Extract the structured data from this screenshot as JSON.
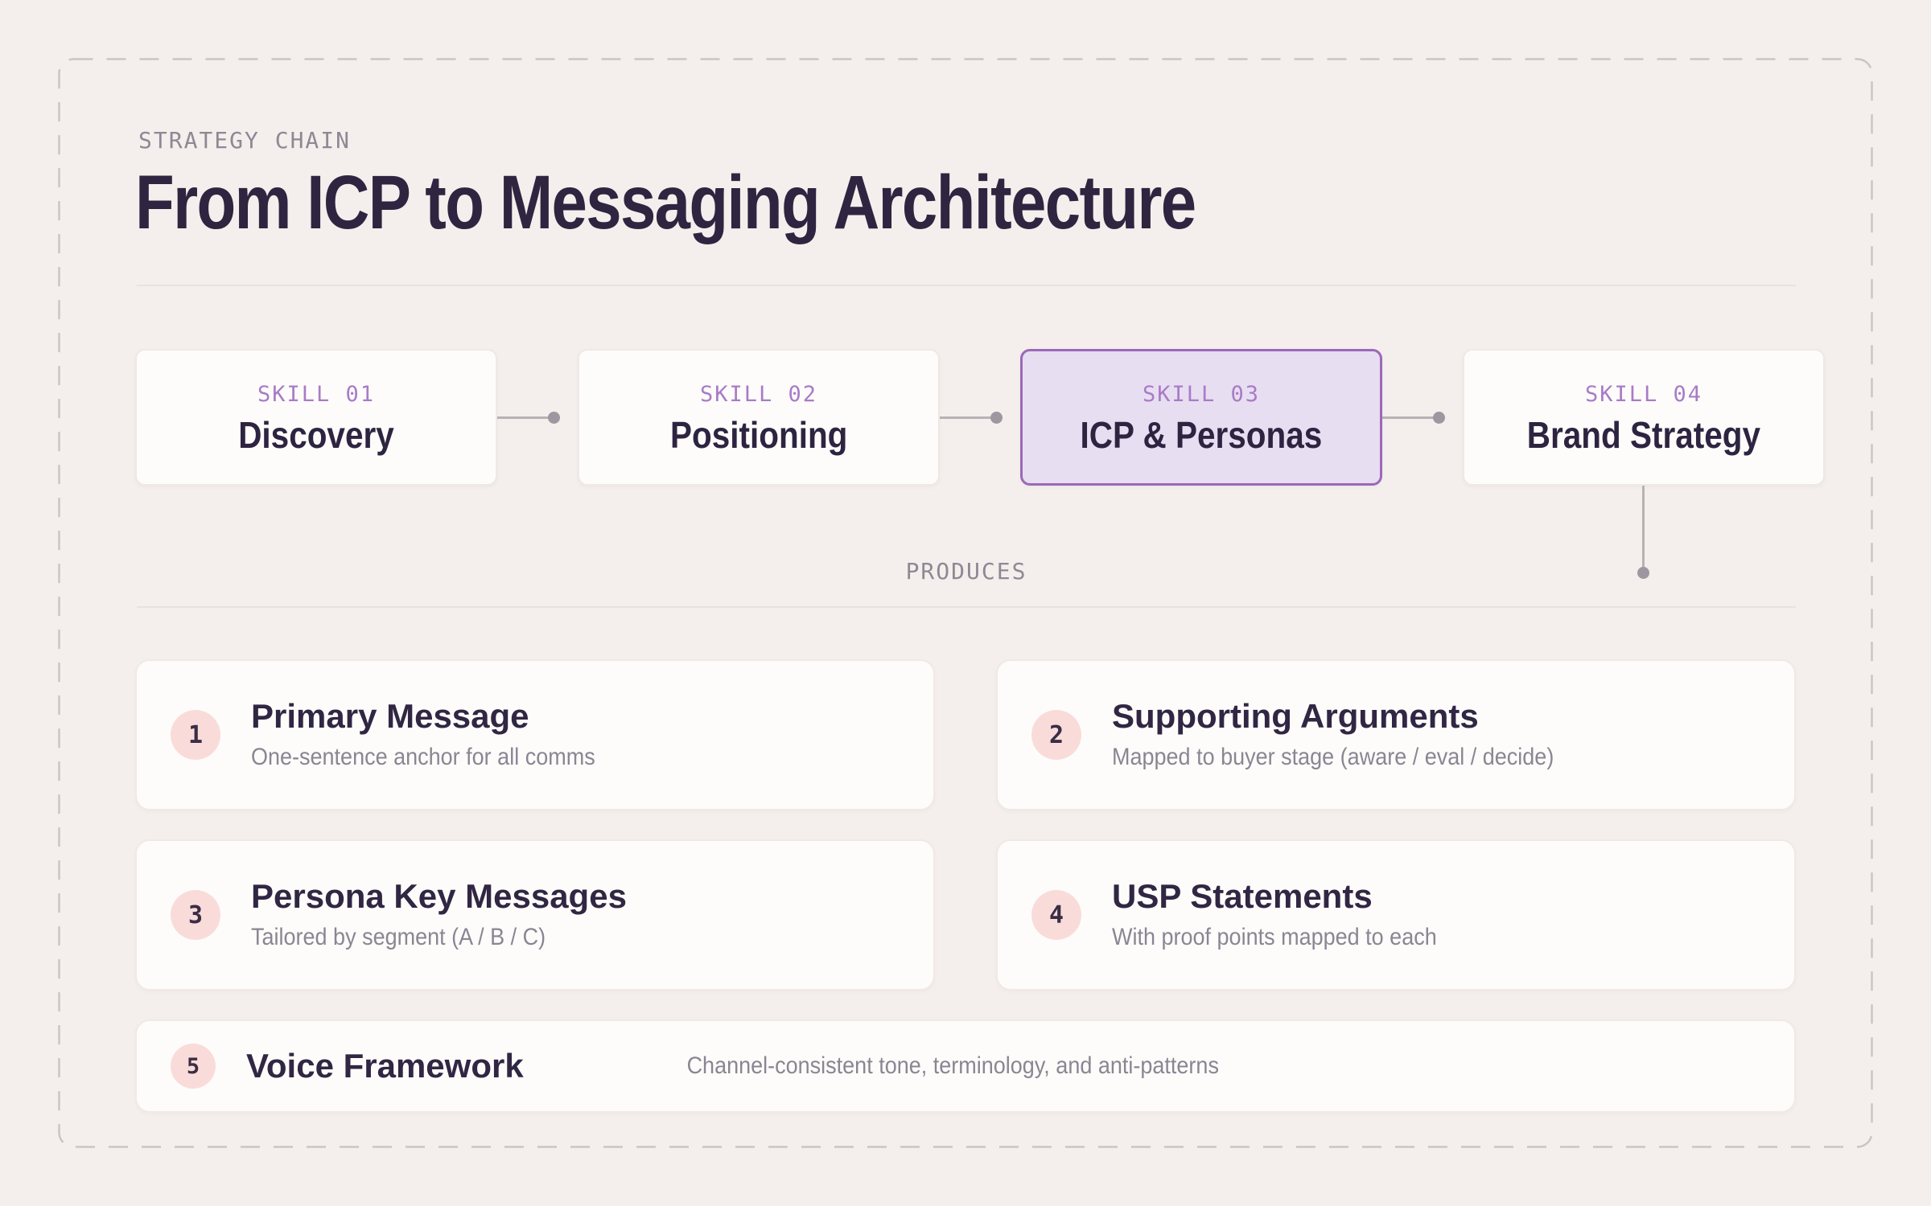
{
  "header": {
    "eyebrow": "STRATEGY CHAIN",
    "title": "From ICP to Messaging Architecture"
  },
  "chain": {
    "produces_label": "PRODUCES",
    "skills": [
      {
        "label": "SKILL 01",
        "name": "Discovery",
        "active": false
      },
      {
        "label": "SKILL 02",
        "name": "Positioning",
        "active": false
      },
      {
        "label": "SKILL 03",
        "name": "ICP & Personas",
        "active": true
      },
      {
        "label": "SKILL 04",
        "name": "Brand Strategy",
        "active": false
      }
    ]
  },
  "outputs": [
    {
      "number": "1",
      "title": "Primary Message",
      "description": "One-sentence anchor for all comms"
    },
    {
      "number": "2",
      "title": "Supporting Arguments",
      "description": "Mapped to buyer stage (aware / eval / decide)"
    },
    {
      "number": "3",
      "title": "Persona Key Messages",
      "description": "Tailored by segment (A / B / C)"
    },
    {
      "number": "4",
      "title": "USP Statements",
      "description": "With proof points mapped to each"
    },
    {
      "number": "5",
      "title": "Voice Framework",
      "description": "Channel-consistent tone, terminology, and anti-patterns"
    }
  ],
  "colors": {
    "background": "#f4efec",
    "card_background": "#fdfcfa",
    "accent_purple": "#9c68ba",
    "accent_purple_light": "#e7def1",
    "skill_label_purple": "#a97bc7",
    "text_dark": "#2f2541",
    "text_muted": "#8b8593",
    "connector_gray": "#b8b1b5",
    "badge_pink": "#f9dcda",
    "divider": "#e9e2de"
  }
}
